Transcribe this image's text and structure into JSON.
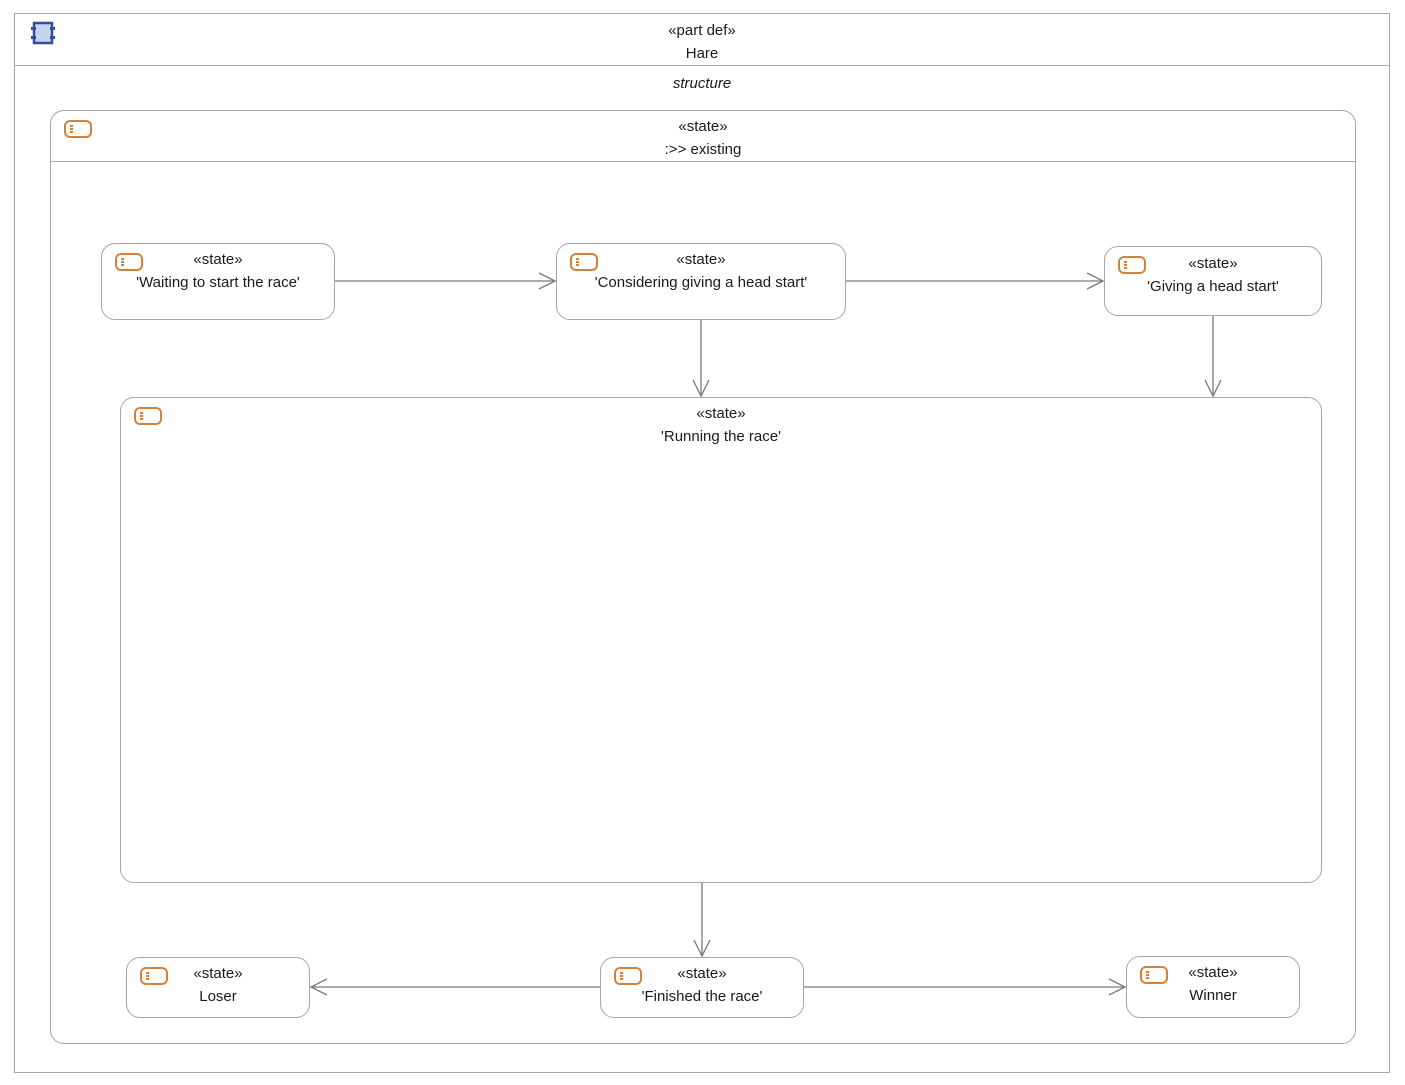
{
  "part": {
    "icon": "part-def-icon",
    "stereotype": "«part def»",
    "name": "Hare",
    "compartment_label": "structure"
  },
  "existing_state": {
    "icon": "state-icon",
    "stereotype": "«state»",
    "name": ":>> existing"
  },
  "states": {
    "waiting": {
      "stereotype": "«state»",
      "name": "'Waiting to start the race'"
    },
    "considering": {
      "stereotype": "«state»",
      "name": "'Considering giving a head start'"
    },
    "giving": {
      "stereotype": "«state»",
      "name": "'Giving a head start'"
    },
    "running": {
      "stereotype": "«state»",
      "name": "'Running the race'"
    },
    "finished": {
      "stereotype": "«state»",
      "name": "'Finished the race'"
    },
    "loser": {
      "stereotype": "«state»",
      "name": "Loser"
    },
    "winner": {
      "stereotype": "«state»",
      "name": "Winner"
    }
  },
  "transitions": [
    {
      "from": "waiting",
      "to": "considering"
    },
    {
      "from": "considering",
      "to": "giving"
    },
    {
      "from": "considering",
      "to": "running"
    },
    {
      "from": "giving",
      "to": "running"
    },
    {
      "from": "running",
      "to": "finished"
    },
    {
      "from": "finished",
      "to": "loser"
    },
    {
      "from": "finished",
      "to": "winner"
    }
  ],
  "colors": {
    "border": "#a7a7a7",
    "state_icon": "#d3823b",
    "part_icon_fill": "#c5d3ee",
    "part_icon_stroke": "#2f4f9c",
    "edge": "#7a7a7a"
  }
}
